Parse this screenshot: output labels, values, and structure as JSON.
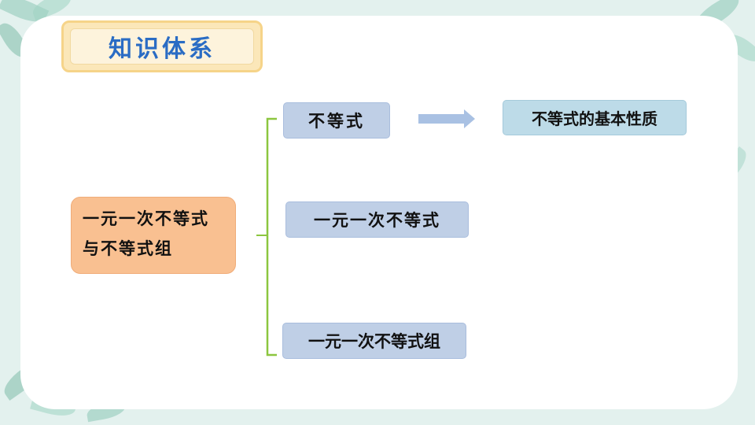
{
  "title": "知识体系",
  "root": {
    "line1": "一元一次不等式",
    "line2": "与不等式组"
  },
  "branches": [
    "不等式",
    "一元一次不等式",
    "一元一次不等式组"
  ],
  "extension": "不等式的基本性质",
  "colors": {
    "title_text": "#2a6cc4",
    "root_fill": "#f9c091",
    "branch_fill": "#bfcfe6",
    "extension_fill": "#bddbe8",
    "bracket": "#8cc63f",
    "arrow": "#a9c1e3"
  }
}
